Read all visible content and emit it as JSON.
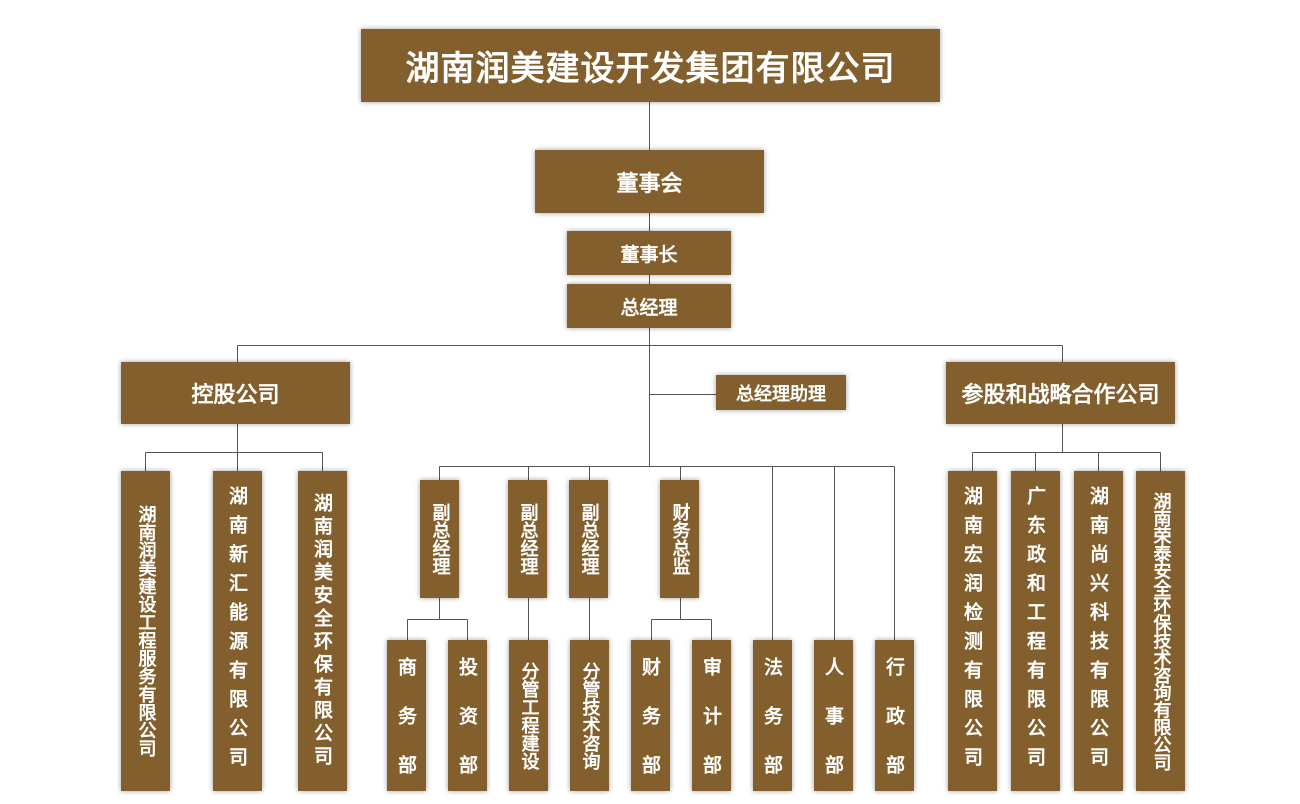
{
  "colors": {
    "box": "#825f2c",
    "text": "#ffffff",
    "line": "#555555"
  },
  "top": {
    "company": "湖南润美建设开发集团有限公司",
    "board": "董事会",
    "chairman": "董事长",
    "gm": "总经理",
    "gm_assistant": "总经理助理"
  },
  "left": {
    "title": "控股公司",
    "subs": [
      "湖南润美建设工程服务有限公司",
      "湖南新汇能源有限公司",
      "湖南润美安全环保有限公司"
    ]
  },
  "right": {
    "title": "参股和战略合作公司",
    "subs": [
      "湖南宏润检测有限公司",
      "广东政和工程有限公司",
      "湖南尚兴科技有限公司",
      "湖南荣泰安全环保技术咨询有限公司"
    ]
  },
  "middle": {
    "vgm1": "副总经理",
    "vgm2": "副总经理",
    "vgm3": "副总经理",
    "cfo": "财务总监",
    "depts": {
      "commerce": "商务部",
      "invest": "投资部",
      "eng": "分管工程建设",
      "tech": "分管技术咨询",
      "finance": "财务部",
      "audit": "审计部",
      "legal": "法务部",
      "hr": "人事部",
      "admin": "行政部"
    }
  }
}
